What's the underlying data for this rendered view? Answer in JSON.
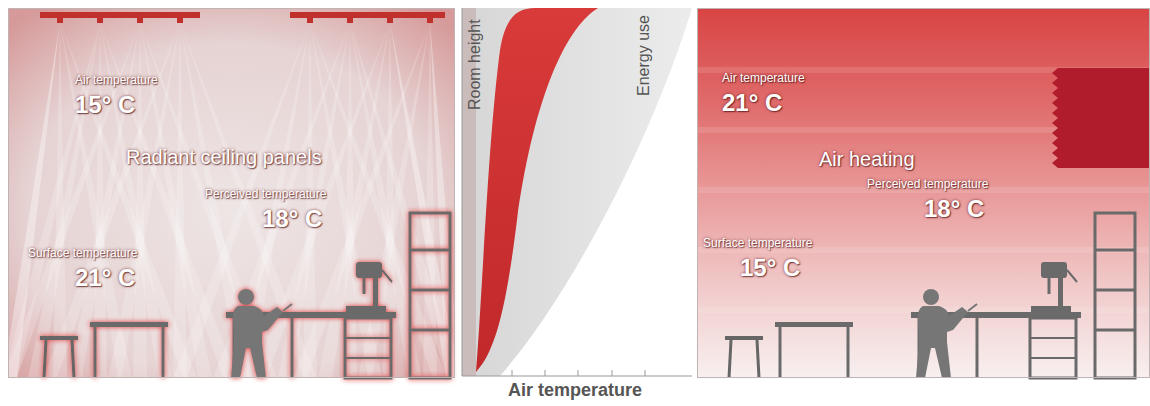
{
  "diagram": {
    "nodes": [
      {
        "text": [
          "Radiant ceiling panels"
        ]
      },
      {
        "text": [
          "Air heating"
        ]
      }
    ],
    "labels": [
      "Air temperature",
      "15° C",
      "Perceived temperature",
      "18° C",
      "Surface temperature",
      "21° C",
      "Room height",
      "Energy use",
      "Air temperature",
      "Air temperature",
      "21° C",
      "Perceived temperature",
      "18° C",
      "Surface temperature",
      "15° C"
    ]
  }
}
